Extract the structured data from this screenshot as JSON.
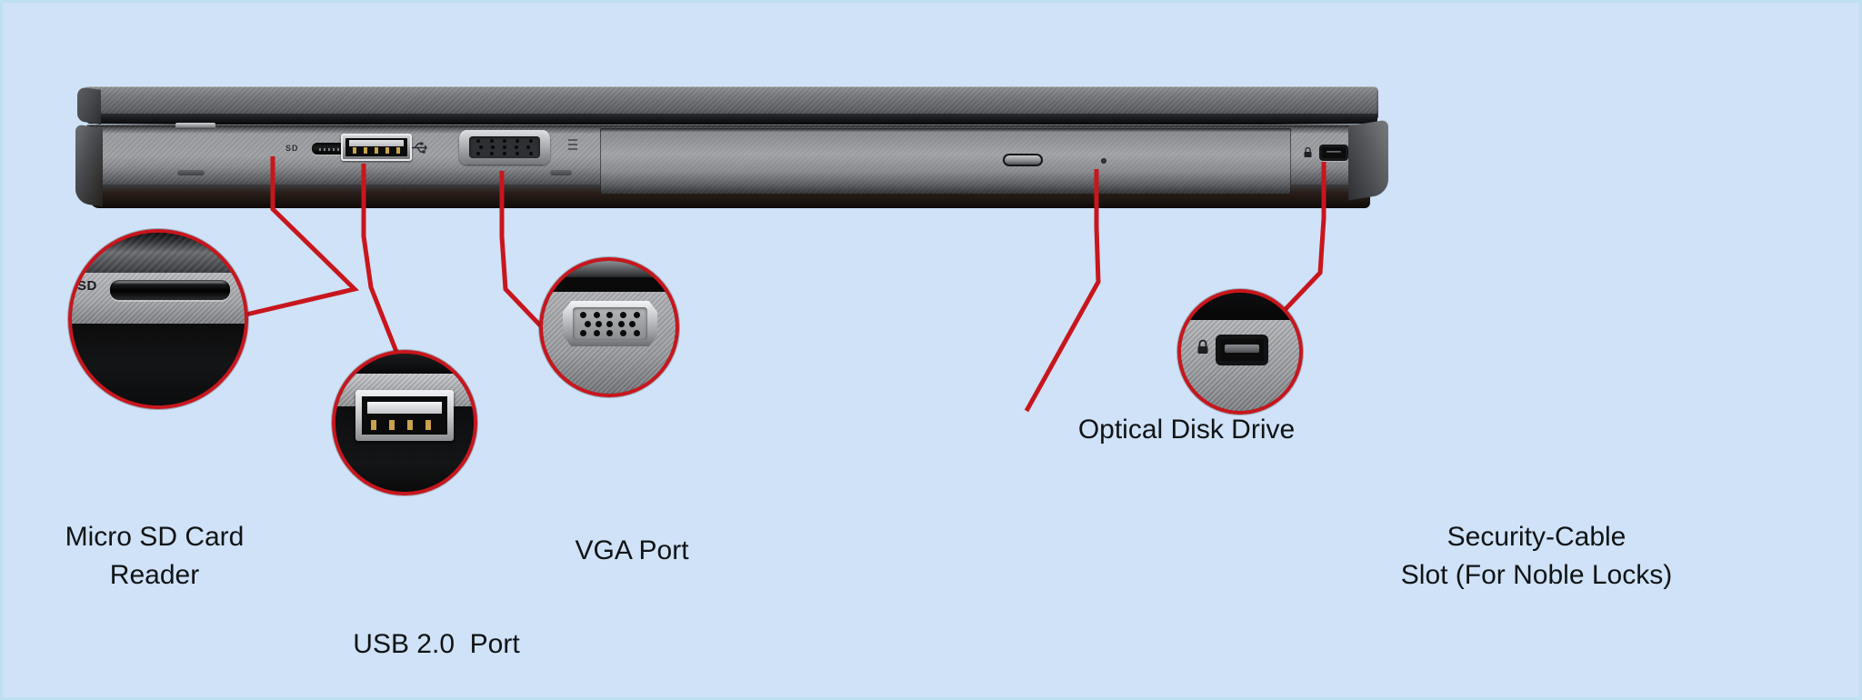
{
  "image": {
    "subject": "Laptop right-side profile with labelled ports",
    "background_color": "#cfe2f7",
    "callout_color": "#c8161d",
    "label_text_color": "#111315"
  },
  "device": {
    "port_markings": {
      "sd_slot_marking": "SD",
      "usb_symbol": "\u0002",
      "lock_symbol": "\u0001"
    }
  },
  "callouts": [
    {
      "id": "micro-sd",
      "label_line1": "Micro SD Card",
      "label_line2": "Reader",
      "label_full": "Micro SD Card\nReader",
      "detail_marking": "SD"
    },
    {
      "id": "usb",
      "label_line1": "USB 2.0  Port",
      "label_line2": "",
      "label_full": "USB 2.0  Port",
      "detail_marking": ""
    },
    {
      "id": "vga",
      "label_line1": "VGA Port",
      "label_line2": "",
      "label_full": "VGA Port",
      "detail_marking": ""
    },
    {
      "id": "optical-disk-drive",
      "label_line1": "Optical Disk Drive",
      "label_line2": "",
      "label_full": "Optical Disk Drive",
      "detail_marking": ""
    },
    {
      "id": "security-cable-slot",
      "label_line1": "Security-Cable",
      "label_line2": "Slot (For Noble Locks)",
      "label_full": "Security-Cable\nSlot (For Noble Locks)",
      "detail_marking": ""
    }
  ]
}
